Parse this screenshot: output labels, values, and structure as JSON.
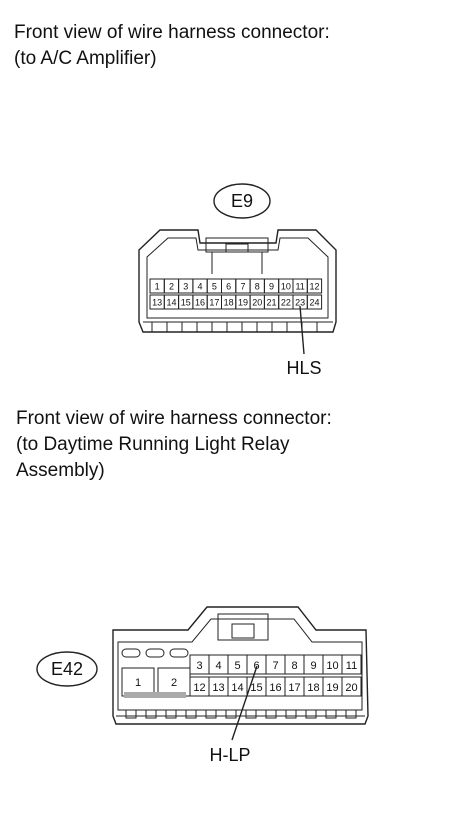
{
  "connector_e9": {
    "caption_line1": "Front view of wire harness connector:",
    "caption_line2": "(to A/C Amplifier)",
    "code": "E9",
    "row1": [
      "1",
      "2",
      "3",
      "4",
      "5",
      "6",
      "7",
      "8",
      "9",
      "10",
      "11",
      "12"
    ],
    "row2": [
      "13",
      "14",
      "15",
      "16",
      "17",
      "18",
      "19",
      "20",
      "21",
      "22",
      "23",
      "24"
    ],
    "terminal_label": "HLS"
  },
  "connector_e42": {
    "caption_line1": "Front view of wire harness connector:",
    "caption_line2": "(to Daytime Running Light Relay",
    "caption_line3": "Assembly)",
    "code": "E42",
    "large_pins": [
      "1",
      "2"
    ],
    "row1": [
      "3",
      "4",
      "5",
      "6",
      "7",
      "8",
      "9",
      "10",
      "11"
    ],
    "row2": [
      "12",
      "13",
      "14",
      "15",
      "16",
      "17",
      "18",
      "19",
      "20"
    ],
    "terminal_label": "H-LP"
  }
}
